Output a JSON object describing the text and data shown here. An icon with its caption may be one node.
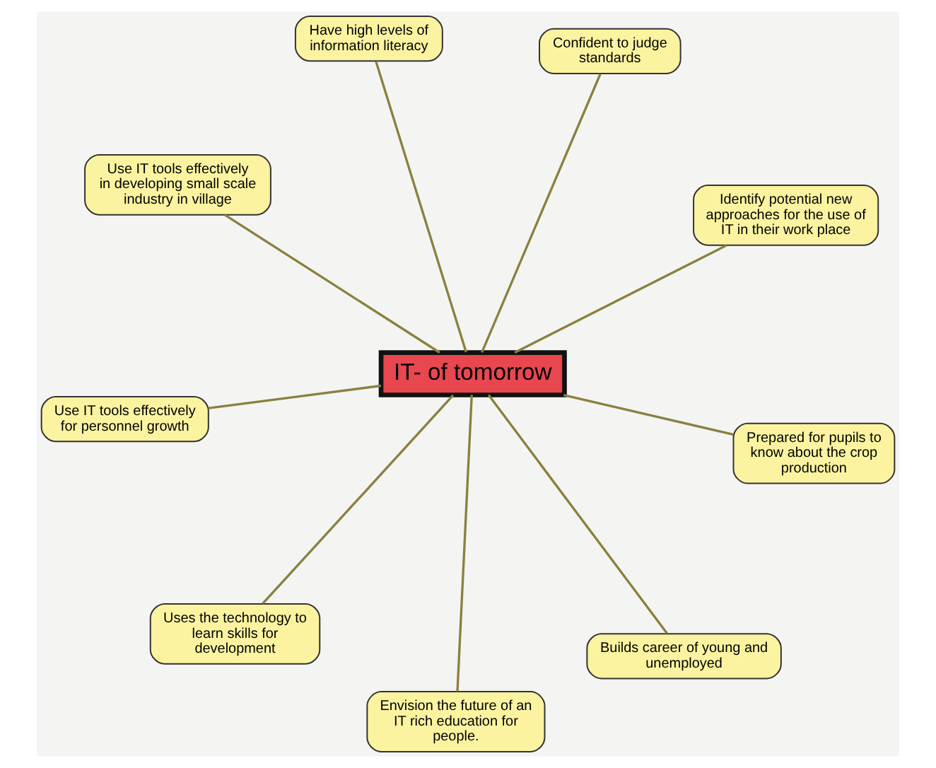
{
  "diagram": {
    "nodes": [
      {
        "text": [
          "Use IT tools effectively for personnel growth"
        ]
      },
      {
        "text": [
          "Identify potential new approaches for the use of IT in their work place"
        ]
      },
      {
        "text": [
          "Uses the technology to learn skills for development"
        ]
      },
      {
        "text": [
          "Have high levels of information literacy"
        ]
      },
      {
        "text": [
          "Confident to judge standards"
        ]
      },
      {
        "text": [
          "Use IT tools effectively in developing small scale industry in village"
        ]
      },
      {
        "text": [
          "IT- of tomorrow"
        ]
      },
      {
        "text": [
          "Prepared for pupils to know about the crop production"
        ]
      },
      {
        "text": [
          "Envision the future of an IT rich education for people."
        ]
      },
      {
        "text": [
          "Builds career of young and unemployed"
        ]
      }
    ],
    "edges": [
      {
        "from": 0,
        "to": 6,
        "arrow": "none"
      },
      {
        "from": 1,
        "to": 6,
        "arrow": "none"
      },
      {
        "from": 2,
        "to": 6,
        "arrow": "none"
      },
      {
        "from": 3,
        "to": 6,
        "arrow": "none"
      },
      {
        "from": 4,
        "to": 6,
        "arrow": "none"
      },
      {
        "from": 5,
        "to": 6,
        "arrow": "none"
      },
      {
        "from": 7,
        "to": 6,
        "arrow": "none"
      },
      {
        "from": 8,
        "to": 6,
        "arrow": "none"
      },
      {
        "from": 9,
        "to": 6,
        "arrow": "none"
      }
    ]
  }
}
